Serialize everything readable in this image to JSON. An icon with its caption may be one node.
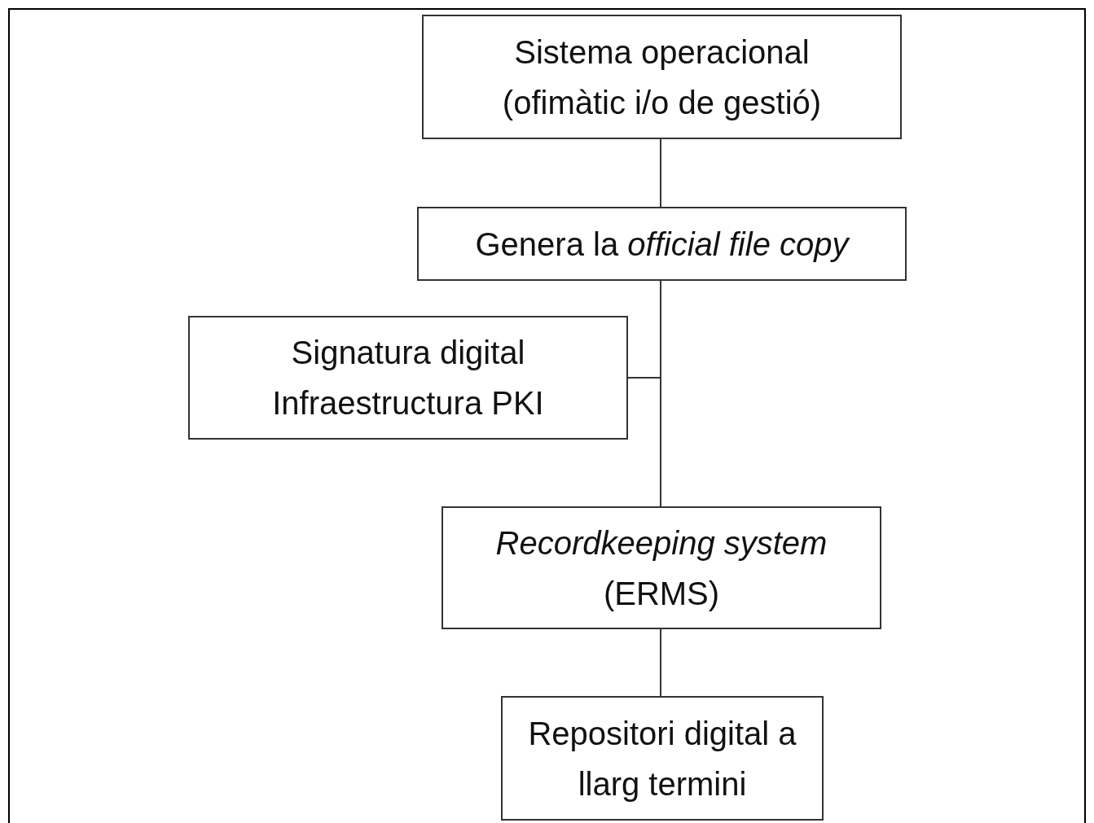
{
  "diagram": {
    "nodes": [
      {
        "text": [
          "Sistema operacional (ofimàtic i/o de gestió)"
        ]
      },
      {
        "text": [
          "Genera la *official file copy*"
        ]
      },
      {
        "text": [
          "Signatura digital Infraestructura PKI"
        ]
      },
      {
        "text": [
          "*Recordkeeping system* (ERMS)"
        ]
      },
      {
        "text": [
          "Repositori digital a llarg termini"
        ]
      }
    ],
    "edges": [
      {
        "from": 0,
        "to": 1,
        "arrow": "none"
      },
      {
        "from": 1,
        "to": 3,
        "arrow": "none"
      },
      {
        "from": 2,
        "to": 3,
        "arrow": "none"
      },
      {
        "from": 3,
        "to": 4,
        "arrow": "none"
      }
    ]
  }
}
